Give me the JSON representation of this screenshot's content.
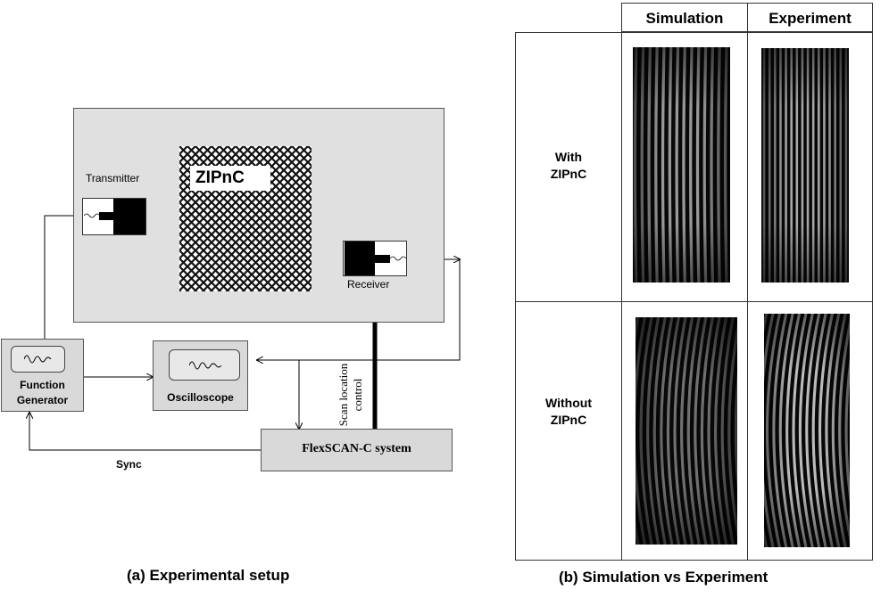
{
  "setup": {
    "transmitter_label": "Transmitter",
    "zipnc_label": "ZIPnC",
    "receiver_label": "Receiver",
    "function_generator_label_1": "Function",
    "function_generator_label_2": "Generator",
    "oscilloscope_label": "Oscilloscope",
    "flexscan_label": "FlexSCAN-C system",
    "scan_control_label_1": "Scan location",
    "scan_control_label_2": "control",
    "sync_label": "Sync",
    "caption": "(a) Experimental setup"
  },
  "comparison": {
    "col_headers": [
      "Simulation",
      "Experiment"
    ],
    "rows": [
      {
        "label_1": "With",
        "label_2": "ZIPnC"
      },
      {
        "label_1": "Without",
        "label_2": "ZIPnC"
      }
    ],
    "caption": "(b) Simulation vs Experiment"
  }
}
